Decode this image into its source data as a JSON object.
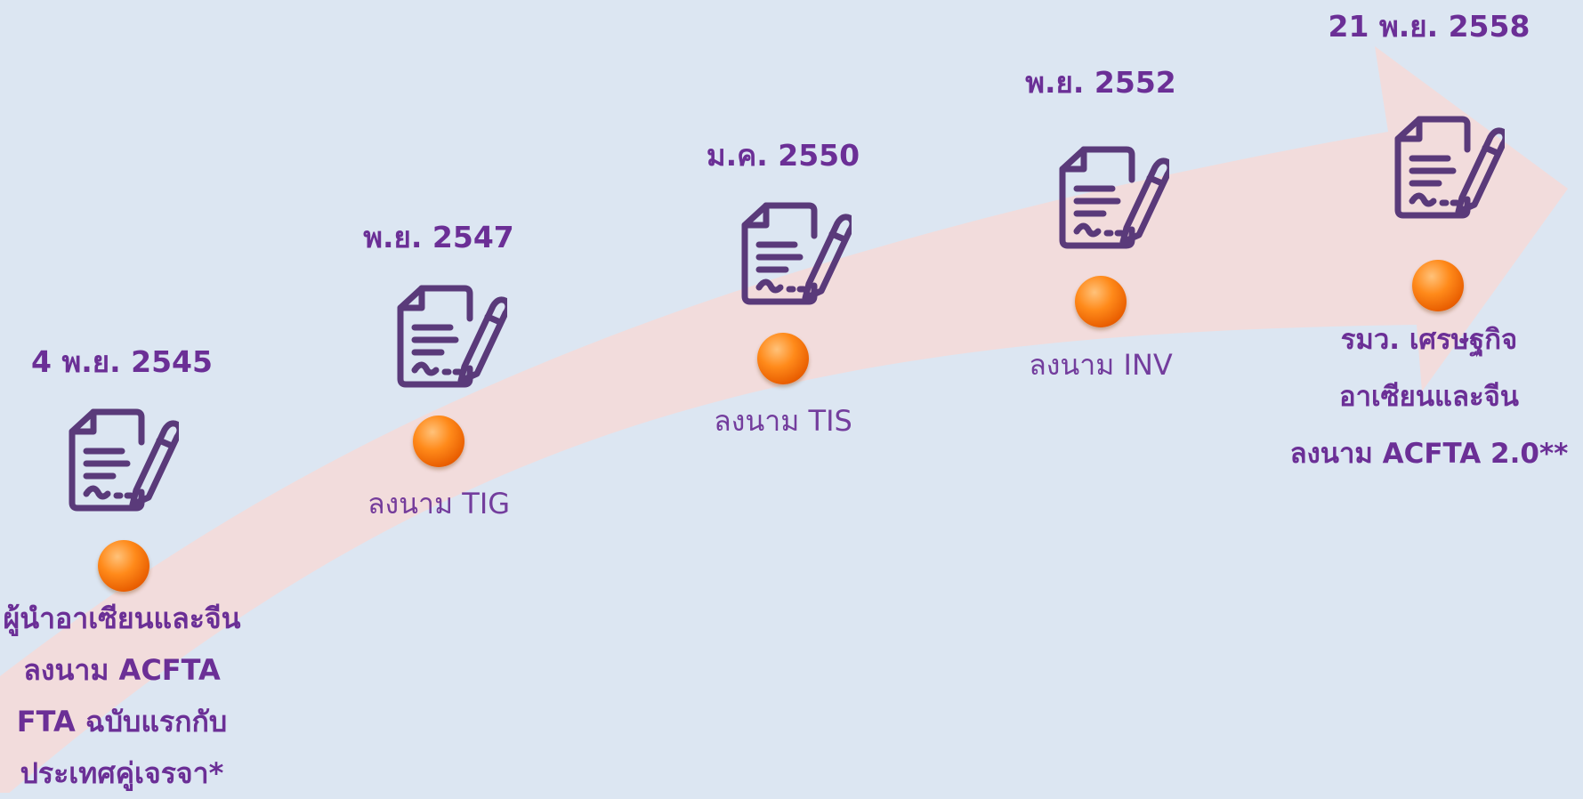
{
  "timeline": {
    "milestones": [
      {
        "date": "4 พ.ย. 2545",
        "label_lines": [
          "ผู้นำอาเซียนและจีน",
          "ลงนาม ACFTA",
          "FTA ฉบับแรกกับ",
          "ประเทศคู่เจรจา*"
        ]
      },
      {
        "date": "พ.ย. 2547",
        "label_lines": [
          "ลงนาม TIG"
        ]
      },
      {
        "date": "ม.ค. 2550",
        "label_lines": [
          "ลงนาม TIS"
        ]
      },
      {
        "date": "พ.ย. 2552",
        "label_lines": [
          "ลงนาม INV"
        ]
      },
      {
        "date": "21 พ.ย. 2558",
        "label_lines": [
          "รมว. เศรษฐกิจ",
          "อาเซียนและจีน",
          "ลงนาม ACFTA 2.0**"
        ]
      }
    ]
  },
  "colors": {
    "background": "#dce6f2",
    "arrow": "#f2dcdc",
    "text": "#6b2f96",
    "icon": "#5a3a7a",
    "dot": "#ff7a0a"
  },
  "icons": [
    "contract-sign-icon"
  ]
}
